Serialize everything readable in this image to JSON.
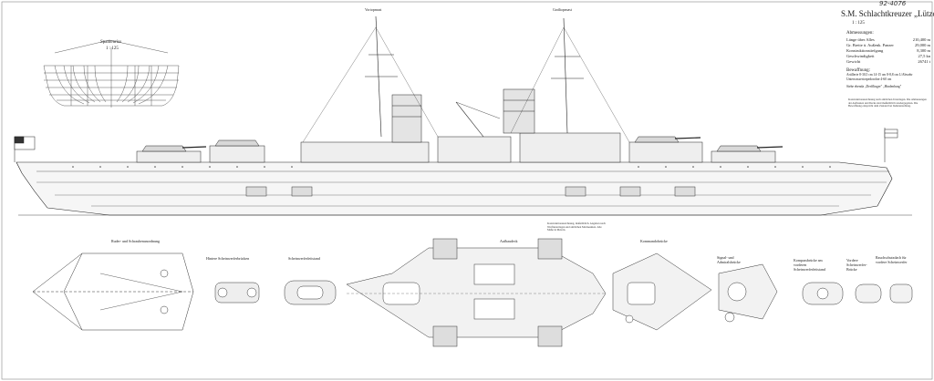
{
  "handwritten_note": "92-4076",
  "header": {
    "title": "S.M. Schlachtkreuzer „Lützow\"",
    "scale": "1 : 125"
  },
  "spanten": {
    "title": "Spantenriss",
    "scale": "1 : 125"
  },
  "mast_labels": {
    "fore": "Vortopmast",
    "main": "Großtopmast"
  },
  "specs": {
    "heading": "Abmessungen:",
    "rows": [
      {
        "label": "Länge über Alles",
        "value": "210,400 m"
      },
      {
        "label": "Gr. Breite ü. Außenk. Panzer",
        "value": "29,000 m"
      },
      {
        "label": "Konstruktionstiefgang",
        "value": "8,300 m"
      },
      {
        "label": "Geschwindigkeit",
        "value": "27,5 kn"
      },
      {
        "label": "Gewicht",
        "value": "26741 t"
      }
    ],
    "armament_heading": "Bewaffnung:",
    "armament_lines": [
      "Artillerie 8-30,5 cm  14-15 cm  8-8,8 cm L/Abwehr",
      "Unterwassertorpedorohre 4-60 cm"
    ],
    "sister_ships": "Siehe ebenda „Derfflinger\" „Hindenburg\""
  },
  "notes": {
    "right": "Konstruktionszeichnung nach amtlichen Unterlagen. Die Abmessungen der Aufbauten und Decks sind maßstäblich wiedergegeben. Die Bewaffnung entspricht dem Zustand bei Indienststellung.",
    "center": "Konstruktionszeichnung, maßstäblich. Angaben nach Werftunterlagen und amtlichen Marineakten. Alle Maße in Metern."
  },
  "detail_labels": {
    "ruder": "Ruder- und Schraubenanordnung",
    "hintere_schein": "Hintere Scheinwerferbrücken",
    "schein_stand": "Scheinwerferleitstand",
    "aufbaudeck": "Aufbaudeck",
    "kommando": "Kommandobrücke",
    "signal": "Signal- und Admiralsbrücke",
    "kompass": "Kompassbrücke am vorderen Scheinwerferleitstand",
    "vordere_schein": "Vordere Scheinwerfer-Brücke",
    "rauchschutz": "Rauchschutzdach für vordere Scheinwerfer"
  },
  "colors": {
    "ink": "#222222",
    "paper": "#ffffff",
    "hatch": "#555555"
  }
}
